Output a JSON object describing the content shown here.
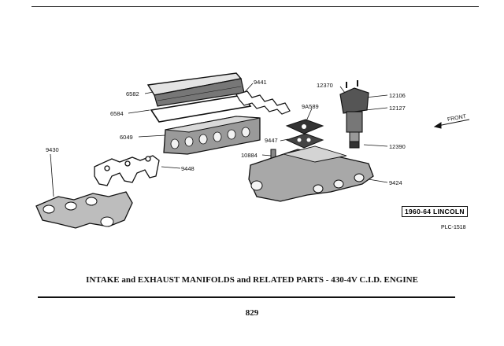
{
  "diagram": {
    "part_labels": {
      "p6582": "6582",
      "p9441": "9441",
      "p6584": "6584",
      "p6049": "6049",
      "p9430": "9430",
      "p9448": "9448",
      "p12370": "12370",
      "p12106": "12106",
      "p12127": "12127",
      "p9A589": "9A589",
      "p9447": "9447",
      "p10884": "10884",
      "p12390": "12390",
      "p9424": "9424"
    },
    "front_marker": "FRONT",
    "year_badge": "1960-64 LINCOLN",
    "plate_code": "PLC-1518"
  },
  "caption": "INTAKE and EXHAUST MANIFOLDS and RELATED PARTS - 430-4V C.I.D. ENGINE",
  "page_number": "829"
}
